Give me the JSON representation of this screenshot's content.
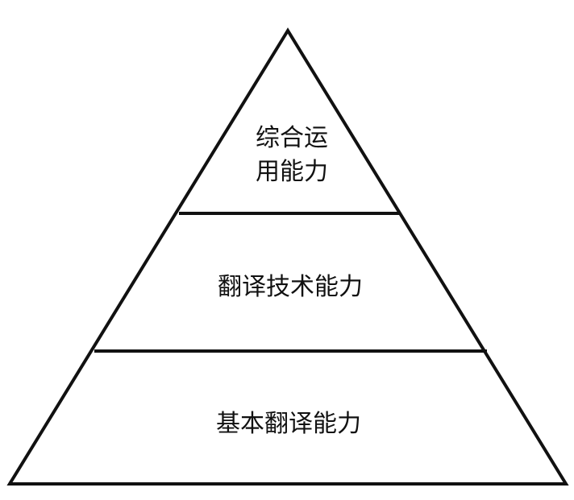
{
  "diagram": {
    "type": "pyramid",
    "levels": [
      {
        "lines": [
          "综合运",
          "用能力"
        ]
      },
      {
        "lines": [
          "翻译技术能力"
        ]
      },
      {
        "lines": [
          "基本翻译能力"
        ]
      }
    ],
    "colors": {
      "stroke": "#111111",
      "fill": "#ffffff"
    }
  }
}
